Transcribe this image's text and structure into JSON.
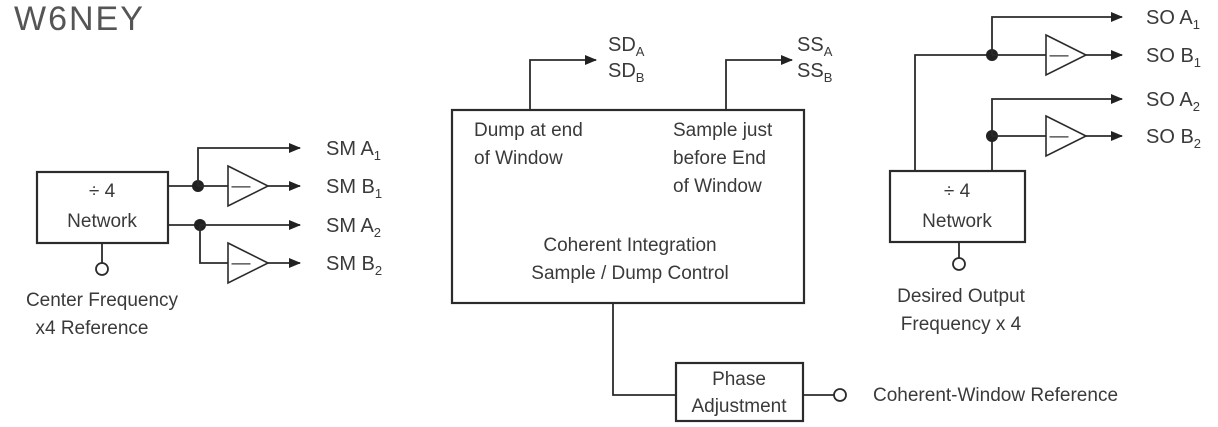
{
  "title": "W6NEY",
  "left_network": {
    "box_lines": [
      "÷ 4",
      "Network"
    ],
    "reference_lines": [
      "Center Frequency",
      "x4 Reference"
    ],
    "outputs": [
      {
        "main": "SM A",
        "sub": "1"
      },
      {
        "main": "SM B",
        "sub": "1"
      },
      {
        "main": "SM A",
        "sub": "2"
      },
      {
        "main": "SM B",
        "sub": "2"
      }
    ],
    "amp_symbol": "—"
  },
  "center_block": {
    "dump_lines": [
      "Dump at end",
      "of Window"
    ],
    "sample_lines": [
      "Sample just",
      "before End",
      "of Window"
    ],
    "control_lines": [
      "Coherent Integration",
      "Sample / Dump Control"
    ],
    "sd_outputs": [
      {
        "main": "SD",
        "sub": "A"
      },
      {
        "main": "SD",
        "sub": "B"
      }
    ],
    "ss_outputs": [
      {
        "main": "SS",
        "sub": "A"
      },
      {
        "main": "SS",
        "sub": "B"
      }
    ]
  },
  "phase_block": {
    "lines": [
      "Phase",
      "Adjustment"
    ],
    "reference_label": "Coherent-Window Reference"
  },
  "right_network": {
    "box_lines": [
      "÷ 4",
      "Network"
    ],
    "reference_lines": [
      "Desired Output",
      "Frequency x 4"
    ],
    "outputs": [
      {
        "main": "SO A",
        "sub": "1"
      },
      {
        "main": "SO B",
        "sub": "1"
      },
      {
        "main": "SO A",
        "sub": "2"
      },
      {
        "main": "SO B",
        "sub": "2"
      }
    ],
    "amp_symbol": "—"
  }
}
